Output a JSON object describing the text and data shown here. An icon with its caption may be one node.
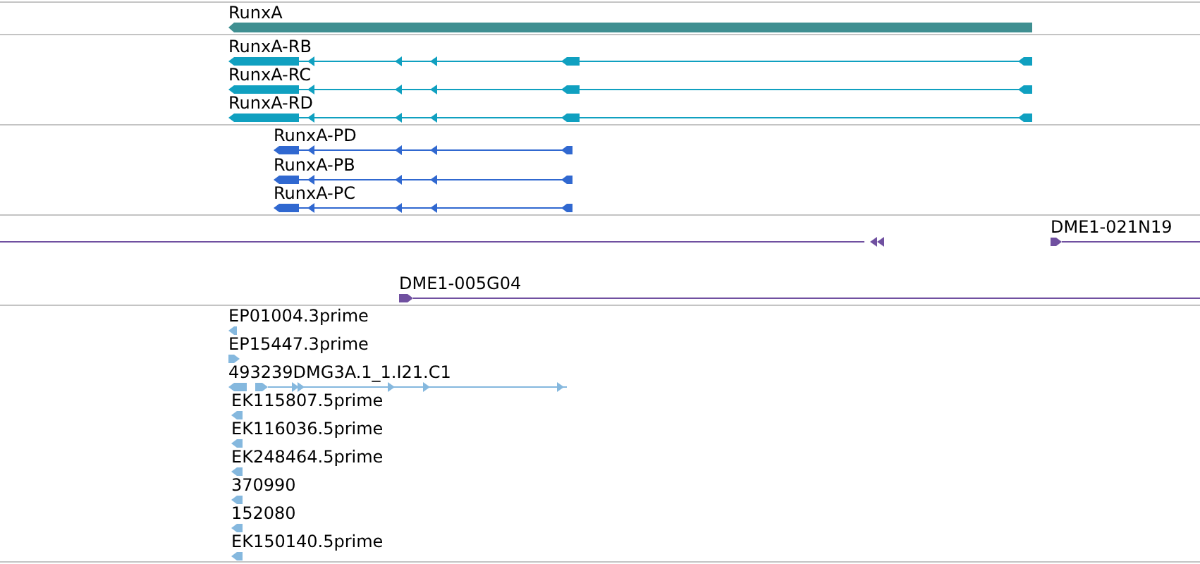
{
  "diagram": {
    "labels": [
      "RunxA",
      "RunxA-RB",
      "RunxA-RC",
      "RunxA-RD",
      "RunxA-PD",
      "RunxA-PB",
      "RunxA-PC",
      "DME1-021N19",
      "DME1-005G04",
      "EP01004.3prime",
      "EP15447.3prime",
      "493239DMG3A.1_1.I21.C1",
      "EK115807.5prime",
      "EK116036.5prime",
      "EK248464.5prime",
      "370990",
      "152080",
      "EK150140.5prime"
    ]
  }
}
